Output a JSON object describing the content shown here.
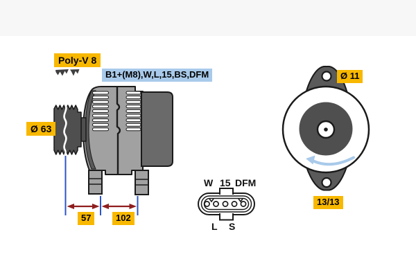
{
  "figure": {
    "kind": "alternator-technical-diagram"
  },
  "callouts": {
    "belt_type": "Poly-V 8",
    "connections": "B1+(M8),W,L,15,BS,DFM",
    "pulley_diameter": "Ø 63",
    "mount_hole_diameter": "Ø 11",
    "dim_pulley_to_foot": "57",
    "dim_foot_spacing": "102",
    "rotation_ratio": "13/13"
  },
  "connector": {
    "pin_labels_top": [
      "W",
      "15",
      "DFM"
    ],
    "pin_labels_bottom": [
      "L",
      "S"
    ],
    "pin_count": 5
  },
  "icons": {
    "belt_profile": "serrated-ribbed-belt-glyph",
    "rotation_arrow": "counterclockwise-arrow"
  },
  "colors": {
    "highlight_yellow": "#F8B800",
    "highlight_blue": "#A9CAEA",
    "dimension_line_blue": "#2B55C8",
    "dimension_arrow_red": "#8E1E1E",
    "rotation_arrow_blue": "#A9CAEA",
    "part_dark_gray": "#4F4F4F",
    "part_mid_gray": "#6A6A6A",
    "part_light_gray": "#A1A1A1",
    "outline": "#1A1A1A"
  }
}
